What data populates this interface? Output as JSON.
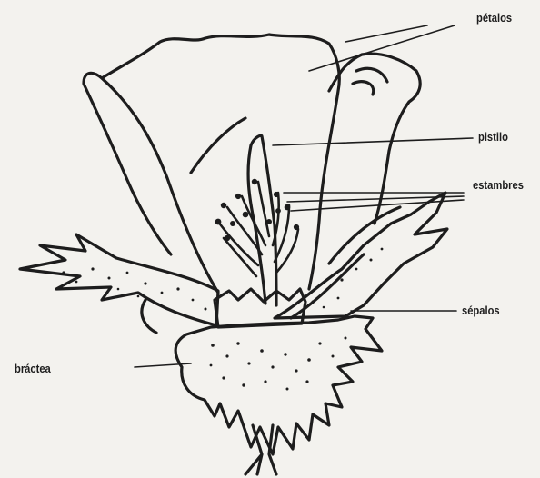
{
  "labels": {
    "petalos": "pétalos",
    "pistilo": "pistilo",
    "estambres": "estambres",
    "sepalos": "sépalos",
    "bractea": "bráctea"
  },
  "colors": {
    "paper": "#f3f2ee",
    "ink": "#1d1d1d"
  }
}
